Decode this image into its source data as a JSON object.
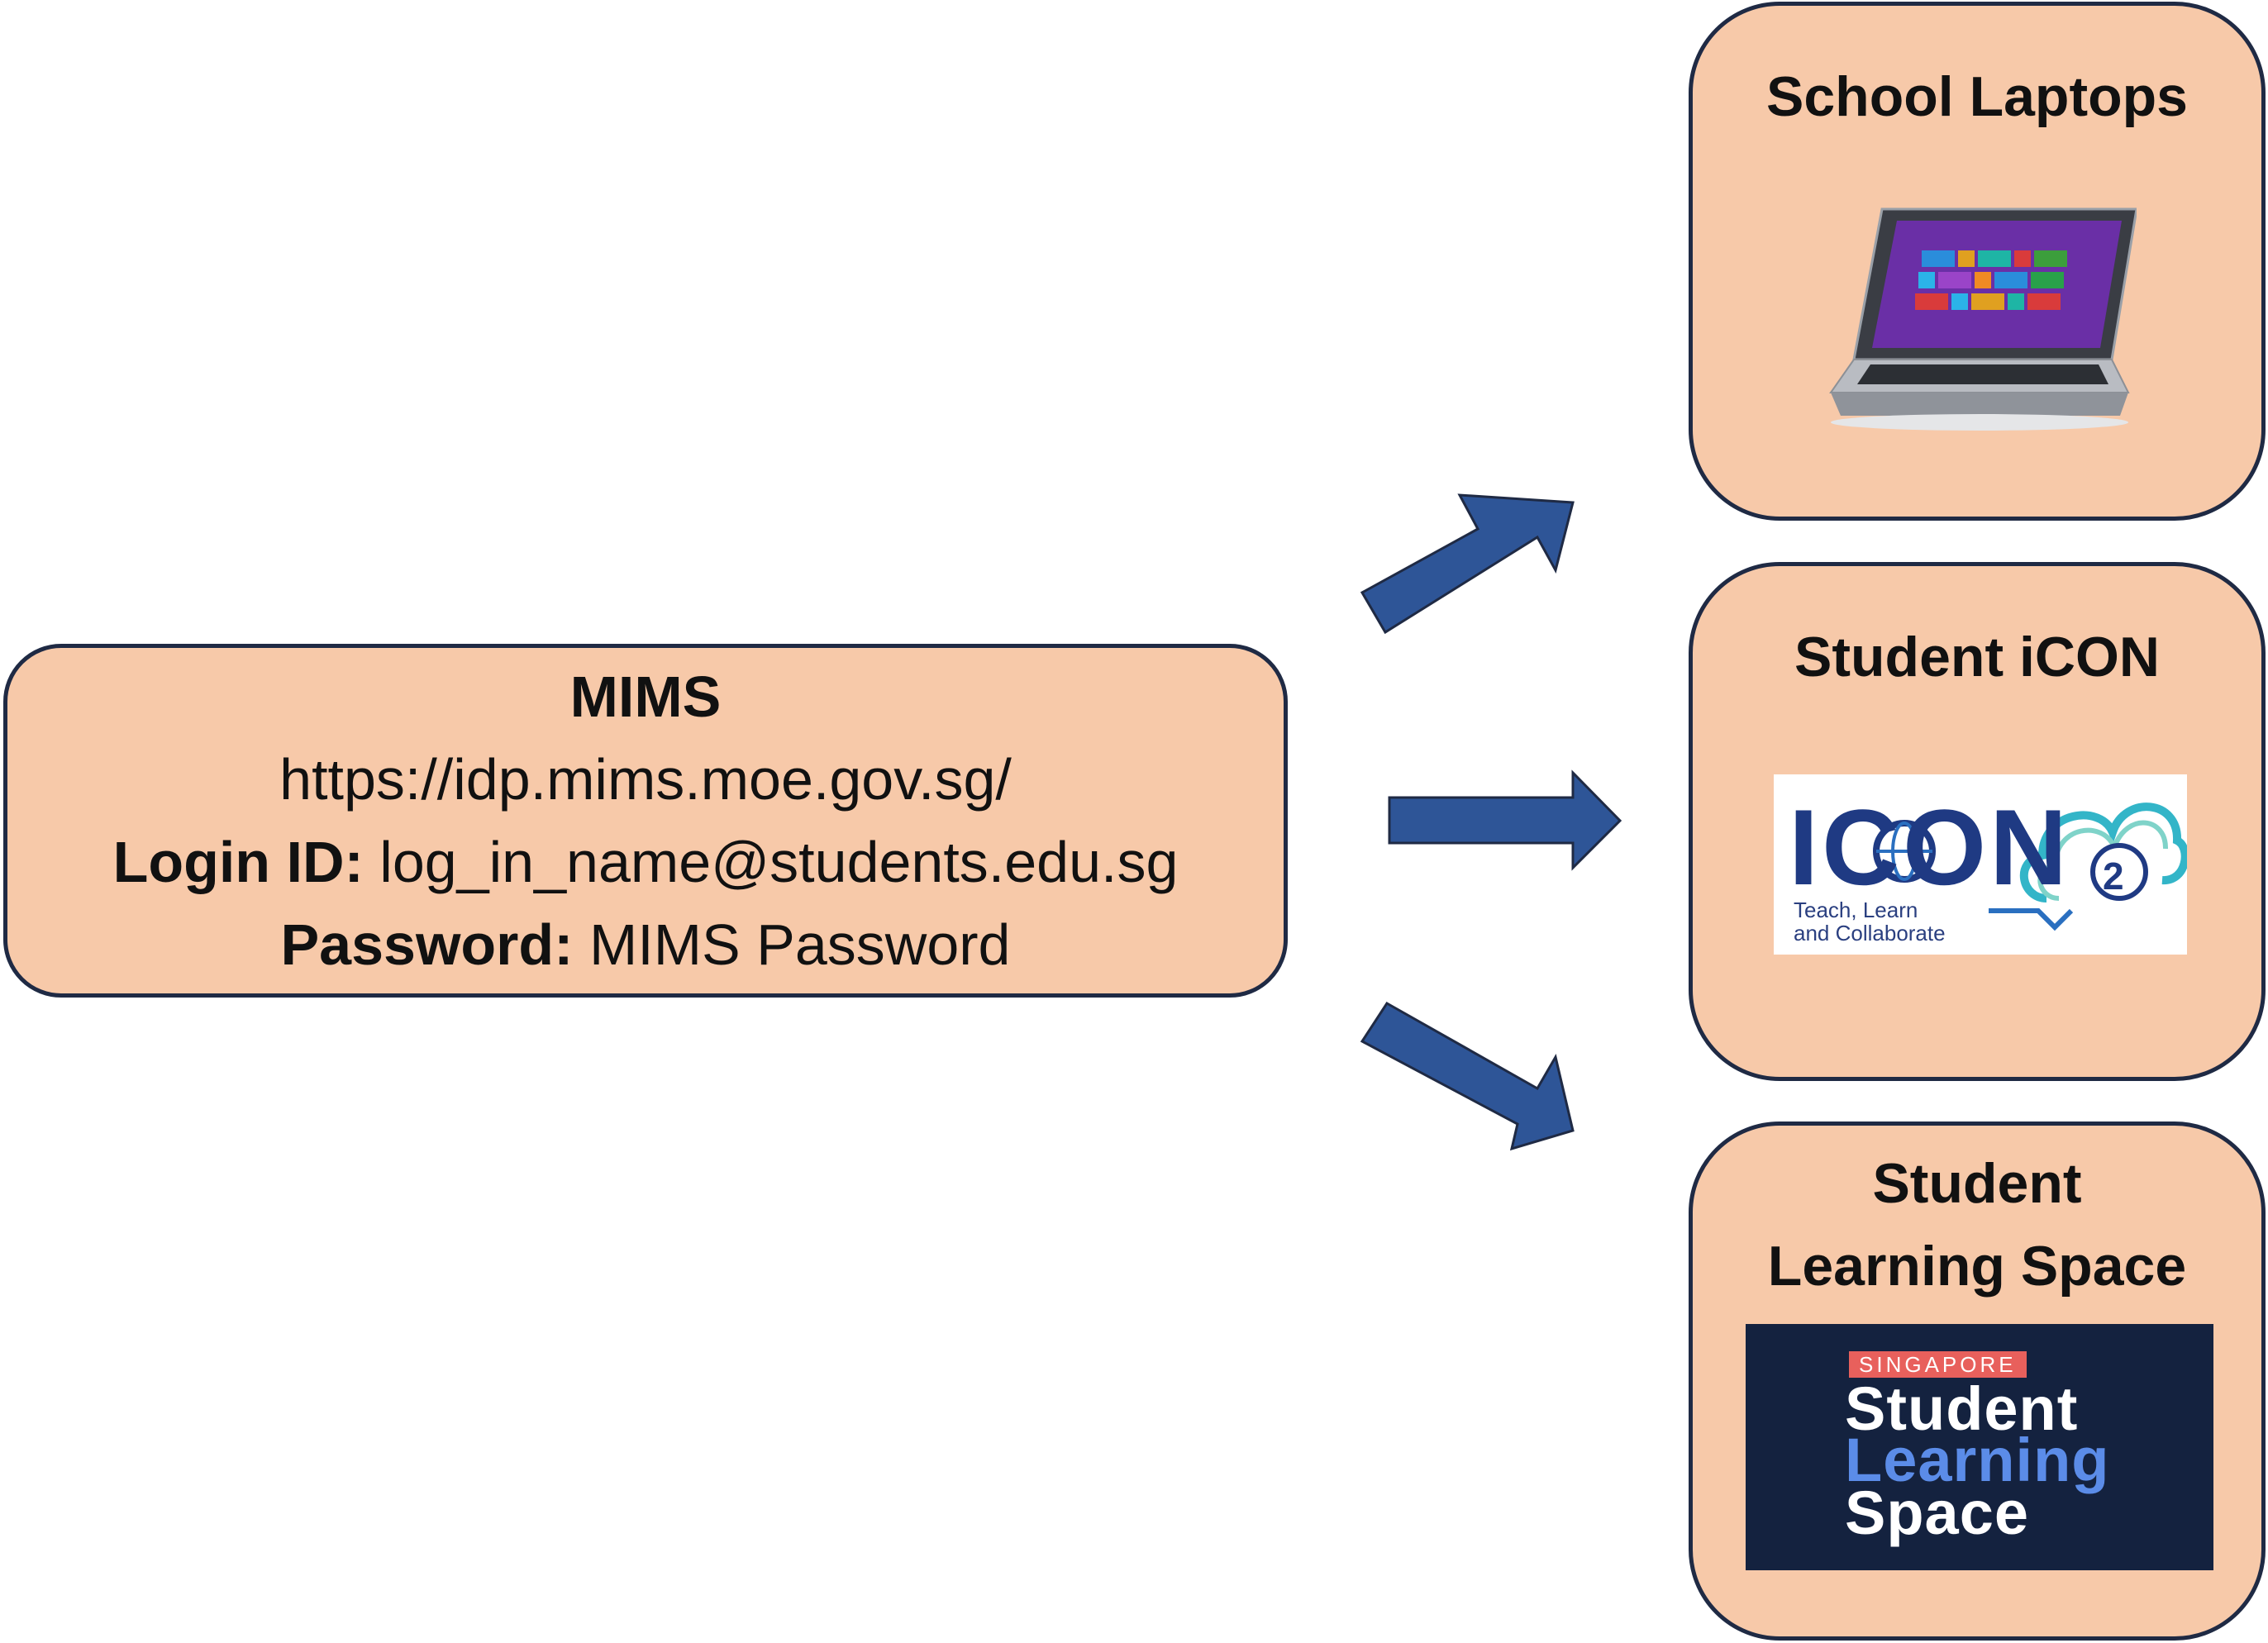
{
  "source": {
    "name": "MIMS",
    "url": "https://idp.mims.moe.gov.sg/",
    "login_label": "Login ID:",
    "login_value": "log_in_name@students.edu.sg",
    "password_label": "Password:",
    "password_value": "MIMS Password"
  },
  "targets": {
    "laptops": {
      "title": "School Laptops",
      "image_icon": "laptop-icon"
    },
    "icon": {
      "title": "Student iCON",
      "logo": {
        "word": "ICON",
        "number": "2",
        "tagline_1": "Teach, Learn",
        "tagline_2": "and Collaborate"
      }
    },
    "sls": {
      "title_line1": "Student",
      "title_line2": "Learning Space",
      "logo": {
        "country": "SINGAPORE",
        "word1": "Student",
        "word2": "Learning",
        "word3": "Space"
      }
    }
  },
  "colors": {
    "box_fill": "#f7c9a9",
    "box_border": "#1f2a44",
    "arrow": "#2e5597",
    "icon_brand": "#1f3a83",
    "sls_background": "#14223f"
  }
}
